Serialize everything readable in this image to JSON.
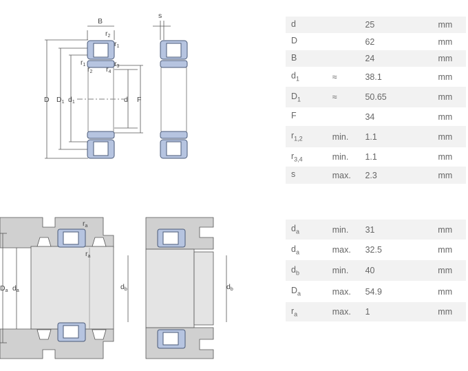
{
  "bearing_dims": [
    {
      "sym": "d",
      "sub": "",
      "qual": "",
      "val": "25",
      "unit": "mm"
    },
    {
      "sym": "D",
      "sub": "",
      "qual": "",
      "val": "62",
      "unit": "mm"
    },
    {
      "sym": "B",
      "sub": "",
      "qual": "",
      "val": "24",
      "unit": "mm"
    },
    {
      "sym": "d",
      "sub": "1",
      "qual": "≈",
      "val": "38.1",
      "unit": "mm"
    },
    {
      "sym": "D",
      "sub": "1",
      "qual": "≈",
      "val": "50.65",
      "unit": "mm"
    },
    {
      "sym": "F",
      "sub": "",
      "qual": "",
      "val": "34",
      "unit": "mm"
    },
    {
      "sym": "r",
      "sub": "1,2",
      "qual": "min.",
      "val": "1.1",
      "unit": "mm"
    },
    {
      "sym": "r",
      "sub": "3,4",
      "qual": "min.",
      "val": "1.1",
      "unit": "mm"
    },
    {
      "sym": "s",
      "sub": "",
      "qual": "max.",
      "val": "2.3",
      "unit": "mm"
    }
  ],
  "abutment_dims": [
    {
      "sym": "d",
      "sub": "a",
      "qual": "min.",
      "val": "31",
      "unit": "mm"
    },
    {
      "sym": "d",
      "sub": "a",
      "qual": "max.",
      "val": "32.5",
      "unit": "mm"
    },
    {
      "sym": "d",
      "sub": "b",
      "qual": "min.",
      "val": "40",
      "unit": "mm"
    },
    {
      "sym": "D",
      "sub": "a",
      "qual": "max.",
      "val": "54.9",
      "unit": "mm"
    },
    {
      "sym": "r",
      "sub": "a",
      "qual": "max.",
      "val": "1",
      "unit": "mm"
    }
  ],
  "diagram_labels": {
    "B": "B",
    "s": "s",
    "D": "D",
    "D1": "D",
    "D1_sub": "1",
    "d1": "d",
    "d1_sub": "1",
    "d": "d",
    "F": "F",
    "r": "r",
    "r1": "1",
    "r2": "2",
    "r3": "3",
    "r4": "4",
    "Da": "D",
    "a": "a",
    "da": "d",
    "db": "d",
    "b": "b",
    "ra": "r"
  },
  "colors": {
    "bearing_fill": "#b6c4e0",
    "bearing_stroke": "#4a5a78",
    "housing": "#d0d0d0",
    "shaft": "#e4e4e4"
  }
}
